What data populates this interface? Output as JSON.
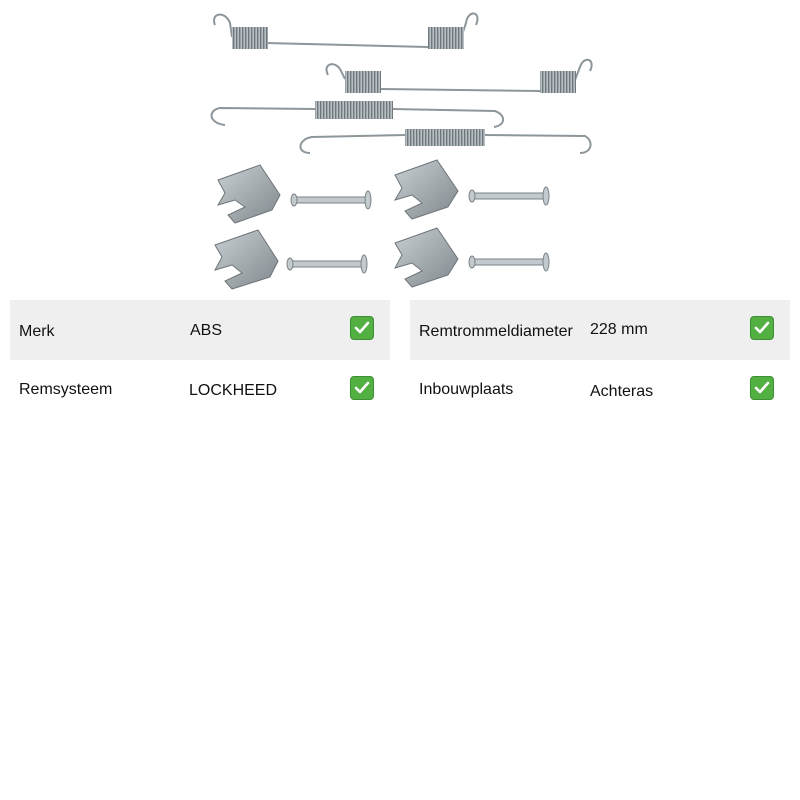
{
  "product_image": {
    "alt": "brake shoe fitting kit: springs, clips and pins"
  },
  "specs": [
    {
      "label": "Merk",
      "value": "ABS",
      "status_icon": "check-icon"
    },
    {
      "label": "Remtrommeldiameter",
      "value": "228 mm",
      "status_icon": "check-icon"
    },
    {
      "label": "Remsysteem",
      "value": "LOCKHEED",
      "status_icon": "check-icon"
    },
    {
      "label": "Inbouwplaats",
      "value": "Achteras",
      "status_icon": "check-icon"
    }
  ],
  "colors": {
    "row_shade": "#efefef",
    "check_green": "#52b043",
    "metal": "#9aa3a8"
  }
}
